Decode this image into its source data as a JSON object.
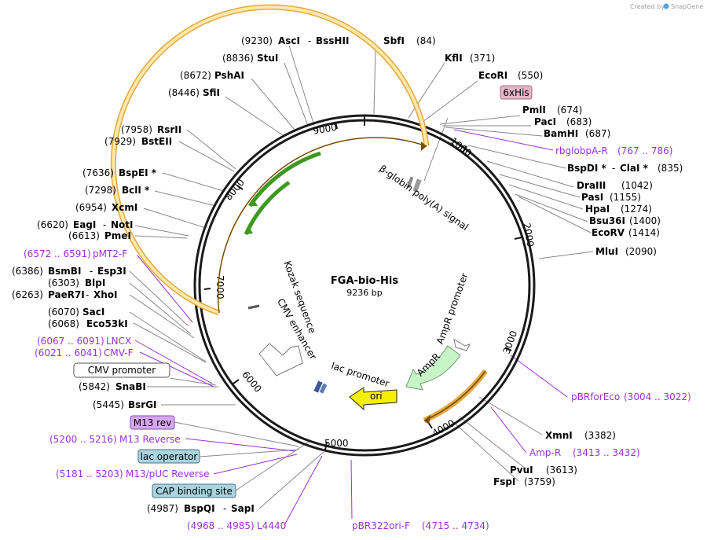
{
  "plasmid": {
    "name": "FGA-bio-His",
    "length": "9236 bp"
  },
  "credit": {
    "prefix": "Created by",
    "brand": "SnapGene"
  },
  "tick_labels": [
    "1000",
    "2000",
    "3000",
    "4000",
    "5000",
    "6000",
    "7000",
    "8000",
    "9000"
  ],
  "inner_features": {
    "bglobin": "β-globin poly(A) signal",
    "kozak": "Kozak sequence",
    "cmv_enh": "CMV enhancer",
    "ampr_prom": "AmpR promoter",
    "ampr": "AmpR",
    "lac_prom": "lac promoter",
    "ori": "ori"
  },
  "enzymes": {
    "ascI": {
      "name": "AscI",
      "sep": "-",
      "name2": "BssHII",
      "pos": "(9230)"
    },
    "sbfI": {
      "name": "SbfI",
      "pos": "(84)"
    },
    "stuI": {
      "name": "StuI",
      "pos": "(8836)"
    },
    "kflI": {
      "name": "KflI",
      "pos": "(371)"
    },
    "pshAI": {
      "name": "PshAI",
      "pos": "(8672)"
    },
    "ecoRI": {
      "name": "EcoRI",
      "pos": "(550)"
    },
    "sflI": {
      "name": "SfiI",
      "pos": "(8446)"
    },
    "pmlI": {
      "name": "PmlI",
      "pos": "(674)"
    },
    "pacI": {
      "name": "PacI",
      "pos": "(683)"
    },
    "bamHI": {
      "name": "BamHI",
      "pos": "(687)"
    },
    "rsrII": {
      "name": "RsrII",
      "pos": "(7958)"
    },
    "bstEII": {
      "name": "BstEII",
      "pos": "(7929)"
    },
    "bspDI": {
      "name": "BspDI *",
      "sep": "-",
      "name2": "ClaI *",
      "pos": "(835)"
    },
    "bspEI": {
      "name": "BspEI *",
      "pos": "(7636)"
    },
    "draIII": {
      "name": "DraIII",
      "pos": "(1042)"
    },
    "bclI": {
      "name": "BclI *",
      "pos": "(7298)"
    },
    "pasI": {
      "name": "PasI",
      "pos": "(1155)"
    },
    "hpaI": {
      "name": "HpaI",
      "pos": "(1274)"
    },
    "xcmI": {
      "name": "XcmI",
      "pos": "(6954)"
    },
    "bsu36I": {
      "name": "Bsu36I",
      "pos": "(1400)"
    },
    "ecoRV": {
      "name": "EcoRV",
      "pos": "(1414)"
    },
    "eagI": {
      "name": "EagI",
      "sep": "-",
      "name2": "NotI",
      "pos": "(6620)"
    },
    "pmeI": {
      "name": "PmeI",
      "pos": "(6613)"
    },
    "mluI": {
      "name": "MluI",
      "pos": "(2090)"
    },
    "bsmBI": {
      "name": "BsmBI",
      "sep": "-",
      "name2": "Esp3I",
      "pos": "(6386)"
    },
    "blpI": {
      "name": "BlpI",
      "pos": "(6303)"
    },
    "paeR7I": {
      "name": "PaeR7I",
      "sep": "-",
      "name2": "XhoI",
      "pos": "(6263)"
    },
    "sacI": {
      "name": "SacI",
      "pos": "(6070)"
    },
    "eco53kI": {
      "name": "Eco53kI",
      "pos": "(6068)"
    },
    "snaBI": {
      "name": "SnaBI",
      "pos": "(5842)"
    },
    "bsrGI": {
      "name": "BsrGI",
      "pos": "(5445)"
    },
    "xmnI": {
      "name": "XmnI",
      "pos": "(3382)"
    },
    "pvuI": {
      "name": "PvuI",
      "pos": "(3613)"
    },
    "fspI": {
      "name": "FspI",
      "pos": "(3759)"
    },
    "bspQI": {
      "name": "BspQI",
      "sep": "-",
      "name2": "SapI",
      "pos": "(4987)"
    }
  },
  "primers": {
    "rbglobpA": {
      "name": "rbglobpA-R",
      "range": "(767 .. 786)"
    },
    "pMT2F": {
      "name": "pMT2-F",
      "range": "(6572 .. 6591)"
    },
    "lncx": {
      "name": "LNCX",
      "range": "(6067 .. 6091)"
    },
    "cmvF": {
      "name": "CMV-F",
      "range": "(6021 .. 6041)"
    },
    "pbrForEco": {
      "name": "pBRforEco",
      "range": "(3004 .. 3022)"
    },
    "m13Reverse": {
      "name": "M13 Reverse",
      "range": "(5200 .. 5216)"
    },
    "ampR": {
      "name": "Amp-R",
      "range": "(3413 .. 3432)"
    },
    "m13pUC": {
      "name": "M13/pUC Reverse",
      "range": "(5181 .. 5203)"
    },
    "l4440": {
      "name": "L4440",
      "range": "(4968 .. 4985)"
    },
    "pbr322ori": {
      "name": "pBR322ori-F",
      "range": "(4715 .. 4734)"
    }
  },
  "boxed_features": {
    "his6": {
      "label": "6xHis",
      "color": "#e8b4c8"
    },
    "cmvPromoter": {
      "label": "CMV promoter",
      "color": "#ffffff"
    },
    "m13rev": {
      "label": "M13 rev",
      "color": "#d7a6f0"
    },
    "lacOperator": {
      "label": "lac operator",
      "color": "#a8d4e0"
    },
    "capSite": {
      "label": "CAP binding site",
      "color": "#a8d4e0"
    }
  },
  "colors": {
    "backbone": "#1a1a1a",
    "primer": "#9b30d9",
    "orf_outline": "#e3a840",
    "orf_arrow": "#7a4a00",
    "green_arrow": "#3c9a1e",
    "ampr_fill": "#c8f5c8",
    "ori_fill": "#f5f000",
    "label_line": "#888888"
  }
}
